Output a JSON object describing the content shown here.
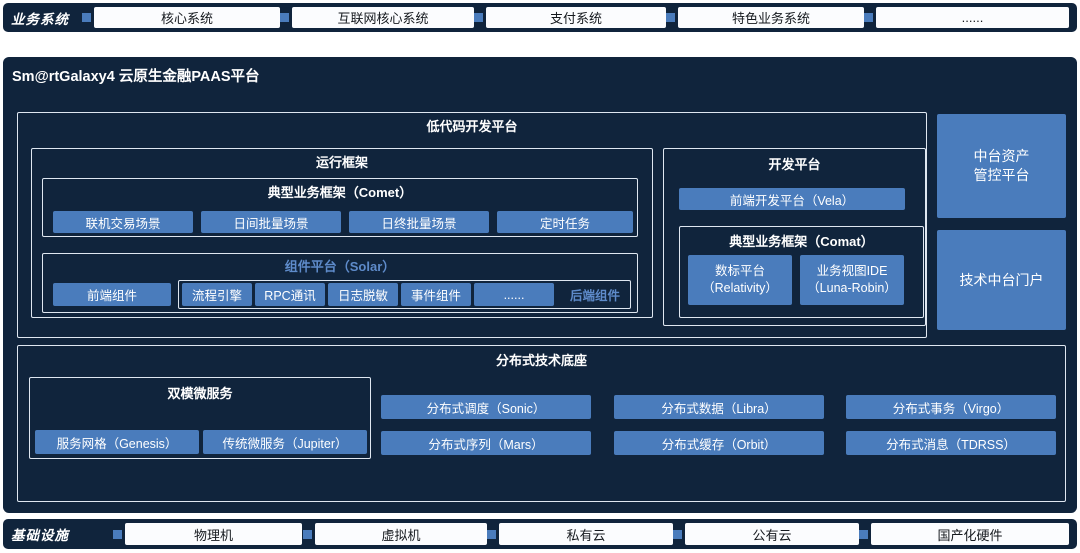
{
  "colors": {
    "navy": "#10243c",
    "blue": "#4a7cbc"
  },
  "top_bar": {
    "label": "业务系统",
    "items": [
      "核心系统",
      "互联网核心系统",
      "支付系统",
      "特色业务系统",
      "......"
    ]
  },
  "platform": {
    "title": "Sm@rtGalaxy4 云原生金融PAAS平台",
    "lowcode": {
      "title": "低代码开发平台",
      "runtime": {
        "title": "运行框架",
        "comet": {
          "title": "典型业务框架（Comet）",
          "items": [
            "联机交易场景",
            "日间批量场景",
            "日终批量场景",
            "定时任务"
          ]
        },
        "solar": {
          "title": "组件平台（Solar）",
          "front_item": "前端组件",
          "items": [
            "流程引擎",
            "RPC通讯",
            "日志脱敏",
            "事件组件",
            "......"
          ],
          "backend_label": "后端组件"
        }
      },
      "dev": {
        "title": "开发平台",
        "vela": "前端开发平台（Vela）",
        "comat": {
          "title": "典型业务框架（Comat）",
          "items": [
            "数标平台\n（Relativity）",
            "业务视图IDE\n（Luna-Robin）"
          ]
        }
      }
    },
    "right": {
      "asset": "中台资产\n管控平台",
      "portal": "技术中台门户"
    },
    "distributed": {
      "title": "分布式技术底座",
      "dual": {
        "title": "双模微服务",
        "items": [
          "服务网格（Genesis）",
          "传统微服务（Jupiter）"
        ]
      },
      "grid": [
        "分布式调度（Sonic）",
        "分布式数据（Libra）",
        "分布式事务（Virgo）",
        "分布式序列（Mars）",
        "分布式缓存（Orbit）",
        "分布式消息（TDRSS）"
      ]
    }
  },
  "bottom_bar": {
    "label": "基础设施",
    "items": [
      "物理机",
      "虚拟机",
      "私有云",
      "公有云",
      "国产化硬件"
    ]
  }
}
